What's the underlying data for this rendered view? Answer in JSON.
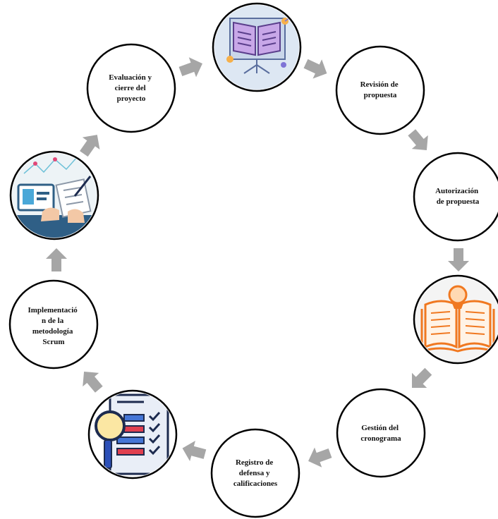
{
  "diagram": {
    "type": "cycle",
    "colors": {
      "arrow": "#a6a6a6",
      "circle_stroke": "#000000",
      "book_icon_accent": "#f07820",
      "illustration_accent": "#7e73d6"
    },
    "steps": [
      {
        "id": "revision",
        "label": "Revisión de propuesta"
      },
      {
        "id": "autorizacion",
        "label": "Autorización de propuesta"
      },
      {
        "id": "gestion",
        "label": "Gestión del cronograma"
      },
      {
        "id": "registro",
        "label": "Registro de defensa y calificaciones"
      },
      {
        "id": "implementacion",
        "label": "Implementación de la metodología Scrum"
      },
      {
        "id": "evaluacion",
        "label": "Evaluación y cierre del proyecto"
      }
    ],
    "image_nodes": [
      {
        "id": "presentation-board",
        "icon": "presentation-board-icon"
      },
      {
        "id": "open-book",
        "icon": "open-book-icon"
      },
      {
        "id": "checklist-magnifier",
        "icon": "checklist-magnifier-icon"
      },
      {
        "id": "analytics-workstation",
        "icon": "analytics-workstation-icon"
      }
    ],
    "wrapped_labels": {
      "revision": [
        "Revisión de",
        "propuesta"
      ],
      "autorizacion": [
        "Autorización",
        "de propuesta"
      ],
      "gestion": [
        "Gestión del",
        "cronograma"
      ],
      "registro": [
        "Registro de",
        "defensa y",
        "calificaciones"
      ],
      "implementacion": [
        "Implementació",
        "n de la",
        "metodología",
        "Scrum"
      ],
      "evaluacion": [
        "Evaluación y",
        "cierre del",
        "proyecto"
      ]
    }
  }
}
